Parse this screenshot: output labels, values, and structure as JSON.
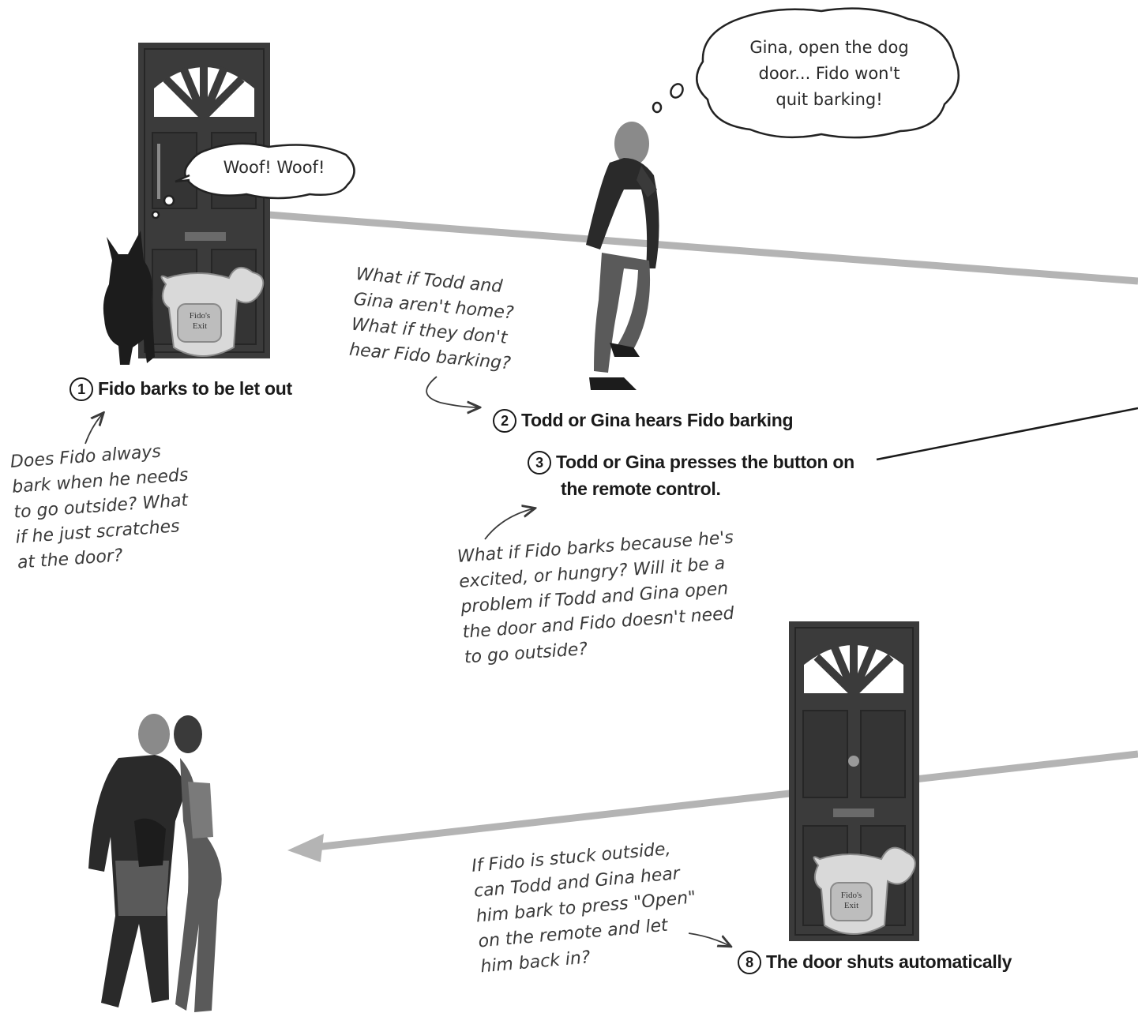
{
  "speech": {
    "dog": "Woof! Woof!",
    "thought_lines": [
      "Gina, open the dog",
      "door... Fido won't",
      "quit barking!"
    ]
  },
  "steps": {
    "step1": {
      "num": "1",
      "label": "Fido barks to be let out"
    },
    "step2": {
      "num": "2",
      "label": "Todd or Gina hears Fido barking"
    },
    "step3": {
      "num": "3",
      "lines": [
        "Todd or Gina presses the button on",
        "the remote control."
      ]
    },
    "step8": {
      "num": "8",
      "label": "The door shuts automatically"
    }
  },
  "notes": {
    "note_home": [
      "What if Todd and",
      "Gina aren't home?",
      "What if they don't",
      "hear Fido barking?"
    ],
    "note_bark": [
      "Does Fido always",
      "bark when he needs",
      "to go outside? What",
      "if he just scratches",
      "at the door?"
    ],
    "note_excited": [
      "What if Fido barks because he's",
      "excited, or hungry? Will it be a",
      "problem if Todd and Gina open",
      "the door and Fido doesn't need",
      "to go outside?"
    ],
    "note_stuck": [
      "If Fido is stuck outside,",
      "can Todd and Gina hear",
      "him bark to press \"Open\"",
      "on the remote and let",
      "him back in?"
    ]
  },
  "sign": [
    "Fido's",
    "Exit"
  ],
  "colors": {
    "door": "#3b3b3b",
    "door_panel": "#2e2e2e",
    "flow_line": "#b4b4b4",
    "ink": "#1a1a1a",
    "note_ink": "#3a3a3a"
  }
}
